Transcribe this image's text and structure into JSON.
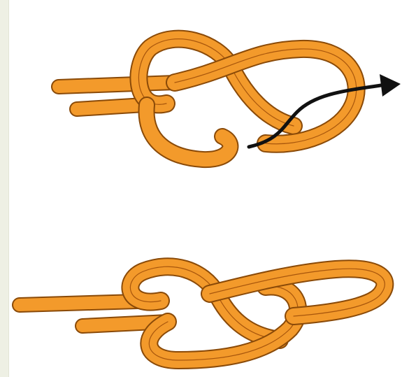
{
  "diagram": {
    "steps": [
      {
        "id": "step-1",
        "state": "loose",
        "direction_arrow": true
      },
      {
        "id": "step-2",
        "state": "tightened",
        "direction_arrow": false
      }
    ],
    "colors": {
      "rope_fill": "#f39a2b",
      "rope_outline": "#8a4a08",
      "arrow": "#111111",
      "background": "#ffffff",
      "left_strip": "#eef0e4"
    },
    "icons": [
      "rope-knot-illustration",
      "arrow-right-icon"
    ]
  }
}
